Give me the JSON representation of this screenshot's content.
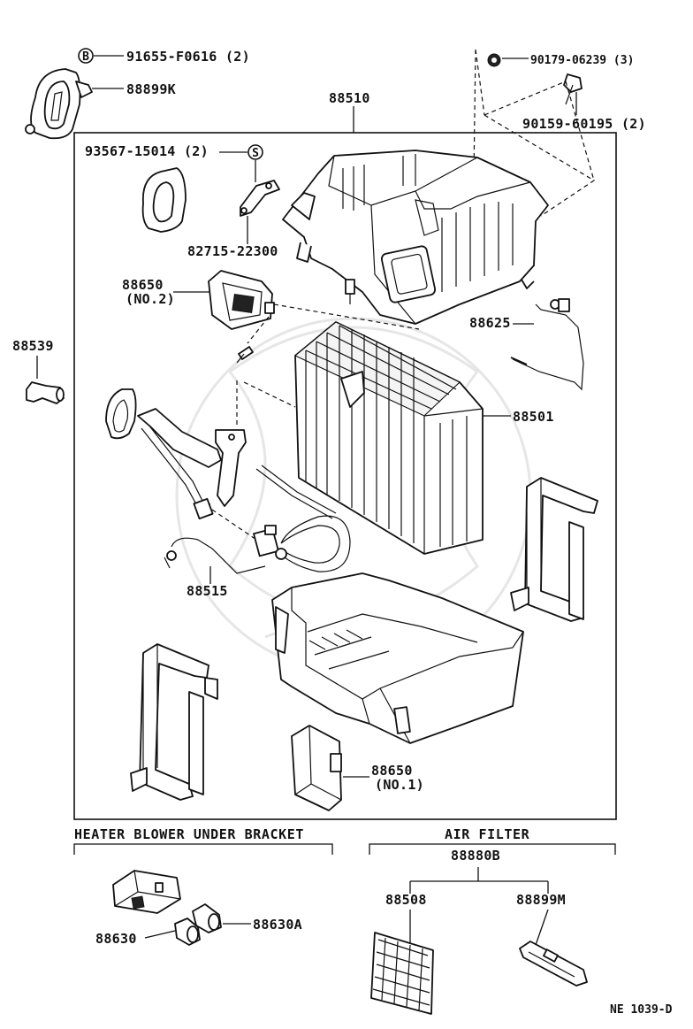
{
  "diagram": {
    "callouts": {
      "bolt_91655": "91655-F0616 (2)",
      "seal_88899K": "88899K",
      "case_88510": "88510",
      "clip_93567": "93567-15014 (2)",
      "bracket_82715": "82715-22300",
      "nut_90179": "90179-06239 (3)",
      "bolt_90159": "90159-60195 (2)",
      "resistor_88650_no2": "88650",
      "resistor_88650_no2_qual": "(NO.2)",
      "hose_88539": "88539",
      "thermistor_88625": "88625",
      "evaporator_88501": "88501",
      "valve_88515": "88515",
      "resistor_88650_no1": "88650",
      "resistor_88650_no1_qual": "(NO.1)",
      "sensor_88630": "88630",
      "sensor_88630A": "88630A",
      "filter_assy_88880B": "88880B",
      "filter_88508": "88508",
      "seal_88899M": "88899M"
    },
    "section_left": "HEATER BLOWER UNDER BRACKET",
    "section_right": "AIR FILTER",
    "bolt_mark": "B",
    "clip_mark": "S",
    "code": "NE 1039-D"
  }
}
